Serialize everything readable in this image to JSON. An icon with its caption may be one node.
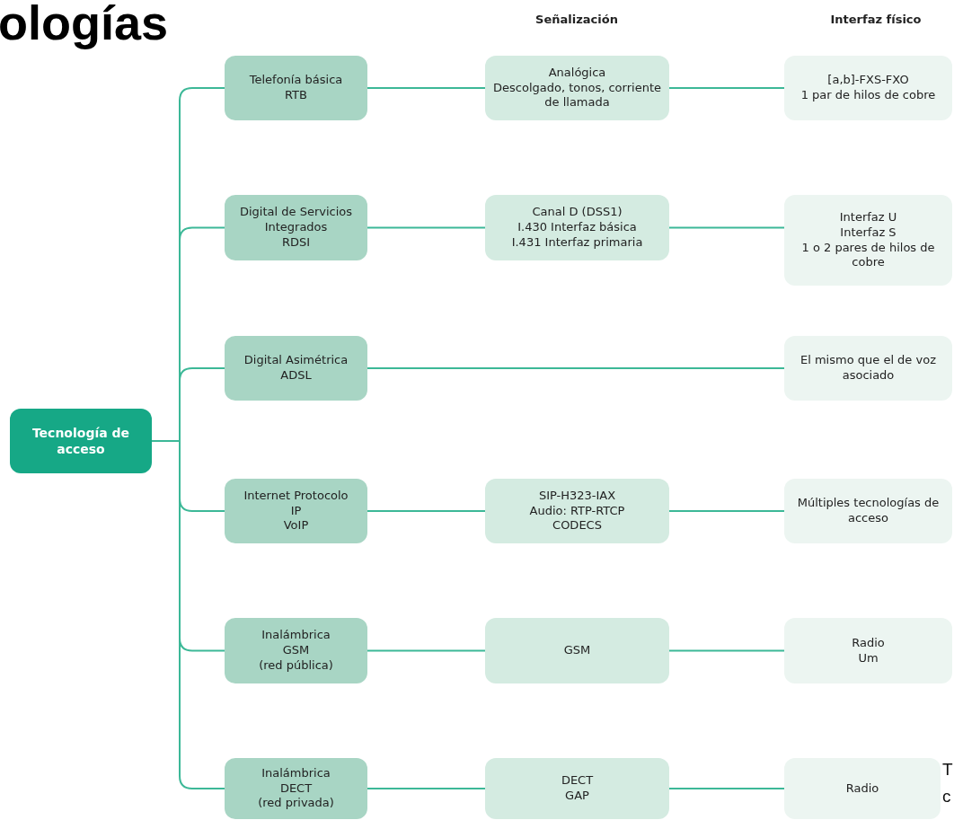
{
  "diagram": {
    "title": "ologías",
    "nodes": [
      {
        "text": [
          "Tecnología de acceso"
        ]
      },
      {
        "text": [
          "Telefonía básica",
          "RTB"
        ]
      },
      {
        "text": [
          "Analógica",
          "Descolgado, tonos, corriente de llamada"
        ]
      },
      {
        "text": [
          "[a,b]-FXS-FXO",
          "1 par de hilos de cobre"
        ]
      },
      {
        "text": [
          "Digital de Servicios Integrados",
          "RDSI"
        ]
      },
      {
        "text": [
          "Canal D (DSS1)",
          "I.430 Interfaz básica",
          "I.431 Interfaz primaria"
        ]
      },
      {
        "text": [
          "Interfaz U",
          "Interfaz S",
          "1 o 2 pares de hilos de cobre"
        ]
      },
      {
        "text": [
          "Digital Asimétrica",
          "ADSL"
        ]
      },
      {
        "text": [
          "El mismo que el de voz asociado"
        ]
      },
      {
        "text": [
          "Internet Protocolo",
          "IP",
          "VoIP"
        ]
      },
      {
        "text": [
          "SIP-H323-IAX",
          "Audio: RTP-RTCP",
          "CODECS"
        ]
      },
      {
        "text": [
          "Múltiples tecnologías de acceso"
        ]
      },
      {
        "text": [
          "Inalámbrica",
          "GSM",
          "(red pública)"
        ]
      },
      {
        "text": [
          "GSM"
        ]
      },
      {
        "text": [
          "Radio",
          "Um"
        ]
      },
      {
        "text": [
          "Inalámbrica",
          "DECT",
          "(red privada)"
        ]
      },
      {
        "text": [
          "DECT",
          "GAP"
        ]
      },
      {
        "text": [
          "Radio"
        ]
      }
    ],
    "edges": [
      {
        "from": 0,
        "to": 1,
        "arrow": "none"
      },
      {
        "from": 0,
        "to": 4,
        "arrow": "none"
      },
      {
        "from": 0,
        "to": 7,
        "arrow": "none"
      },
      {
        "from": 0,
        "to": 9,
        "arrow": "none"
      },
      {
        "from": 0,
        "to": 12,
        "arrow": "none"
      },
      {
        "from": 0,
        "to": 15,
        "arrow": "none"
      },
      {
        "from": 1,
        "to": 2,
        "arrow": "none"
      },
      {
        "from": 2,
        "to": 3,
        "arrow": "none"
      },
      {
        "from": 4,
        "to": 5,
        "arrow": "none"
      },
      {
        "from": 5,
        "to": 6,
        "arrow": "none"
      },
      {
        "from": 7,
        "to": 8,
        "arrow": "none"
      },
      {
        "from": 9,
        "to": 10,
        "arrow": "none"
      },
      {
        "from": 10,
        "to": 11,
        "arrow": "none"
      },
      {
        "from": 12,
        "to": 13,
        "arrow": "none"
      },
      {
        "from": 13,
        "to": 14,
        "arrow": "none"
      },
      {
        "from": 15,
        "to": 16,
        "arrow": "none"
      },
      {
        "from": 16,
        "to": 17,
        "arrow": "none"
      }
    ],
    "labels": [
      "Señalización",
      "Interfaz físico",
      "T",
      "c"
    ]
  }
}
